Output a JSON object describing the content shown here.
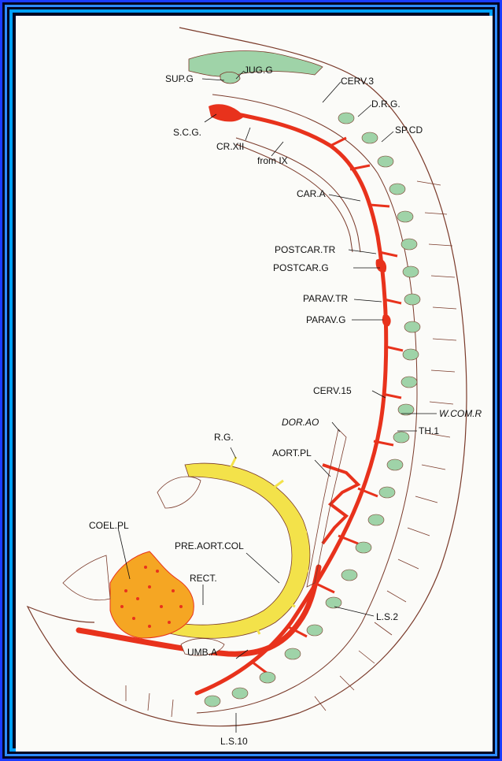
{
  "labels": {
    "sup_g": "SUP.G",
    "jug_g": "JUG.G",
    "cerv3": "CERV.3",
    "drg": "D.R.G.",
    "scg": "S.C.G.",
    "sp_cd": "SP.CD",
    "cr_xii": "CR.XII",
    "from_ix": "from IX",
    "car_a": "CAR.A",
    "postcar_tr": "POSTCAR.TR",
    "postcar_g": "POSTCAR.G",
    "parav_tr": "PARAV.TR",
    "parav_g": "PARAV.G",
    "cerv15": "CERV.15",
    "w_com_r": "W.COM.R",
    "dor_ao": "DOR.AO",
    "th1": "TH.1",
    "rg": "R.G.",
    "aort_pl": "AORT.PL",
    "coel_pl": "COEL.PL",
    "pre_aort_col": "PRE.AORT.COL",
    "rect": "RECT.",
    "ls2": "L.S.2",
    "umb_a": "UMB.A",
    "ls10": "L.S.10"
  },
  "colors": {
    "red": "#e8321c",
    "yellow": "#f3e24a",
    "orange": "#f5a623",
    "green": "#9fd3a8",
    "frame_outer": "#1a3cff",
    "frame_inner": "#00a0ff"
  }
}
